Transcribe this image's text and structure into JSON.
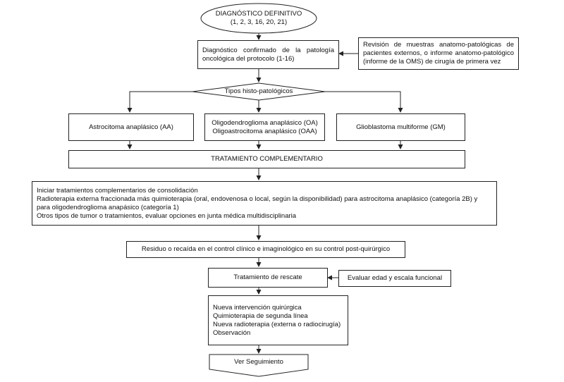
{
  "start": {
    "title": "DIAGNÓSTICO DEFINITIVO",
    "refs": "(1, 2, 3, 16, 20, 21)"
  },
  "confirm": {
    "text": "Diagnóstico confirmado de la patología oncológica del protocolo (1-16)"
  },
  "review": {
    "text": "Revisión de muestras anatomo-patológicas de pacientes externos, o informe anatomo-patológico (informe de la OMS) de cirugía de primera vez"
  },
  "decision": {
    "label": "Tipos histo-patológicos"
  },
  "types": {
    "aa": "Astrocitoma anaplásico (AA)",
    "oa_line1": "Oligodendroglioma anaplásico (OA)",
    "oa_line2": "Oligoastrocitoma anaplásico (OAA)",
    "gm": "Glioblastoma multiforme (GM)"
  },
  "complementary": {
    "title": "TRATAMIENTO COMPLEMENTARIO"
  },
  "consolidation": {
    "line1": "Iniciar tratamientos complementarios de consolidación",
    "line2": "Radioterapia externa fraccionada más quimioterapia (oral, endovenosa o local, según la disponibilidad) para astrocitoma anaplásico (categoría 2B) y para oligodendroglioma anapásico (categoría 1)",
    "line3": "Otros tipos de tumor o tratamientos, evaluar opciones en junta médica multidisciplinaria"
  },
  "residue": {
    "text": "Residuo o recaída en el control clínico e imaginológico en su control post-quirúrgico"
  },
  "rescue": {
    "title": "Tratamiento de rescate",
    "evaluate": "Evaluar edad y escala funcional"
  },
  "options": {
    "items": [
      "Nueva intervención quirúrgica",
      "Quimioterapia de segunda línea",
      "Nueva radioterapia (externa o radiocirugía)",
      "Observación"
    ]
  },
  "followup": {
    "label": "Ver Seguimiento"
  }
}
